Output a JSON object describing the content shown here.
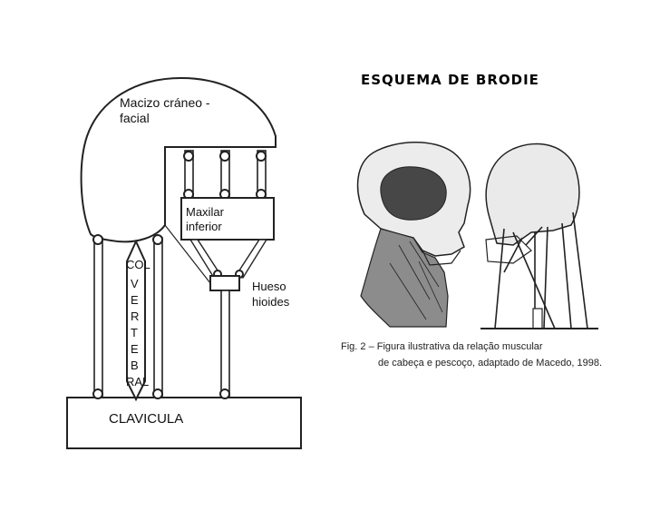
{
  "left_diagram": {
    "skull_label_line1": "Macizo cráneo -",
    "skull_label_line2": "facial",
    "mandible_label_line1": "Maxilar",
    "mandible_label_line2": "inferior",
    "hyoid_label_line1": "Hueso",
    "hyoid_label_line2": "hioides",
    "spine_letters": [
      "COL",
      "V",
      "E",
      "R",
      "T",
      "E",
      "B",
      "RAL"
    ],
    "clavicle_label": "CLAVICULA"
  },
  "right_figure": {
    "title": "ESQUEMA  DE  BRODIE",
    "caption_line1": "Fig. 2 – Figura ilustrativa da relação muscular",
    "caption_line2": "de cabeça e pescoço, adaptado de Macedo, 1998."
  },
  "colors": {
    "ink": "#222222",
    "brain_fill": "#4a4a4a",
    "muscle_fill": "#8a8a8a",
    "skull_fill": "#e6e6e6"
  }
}
